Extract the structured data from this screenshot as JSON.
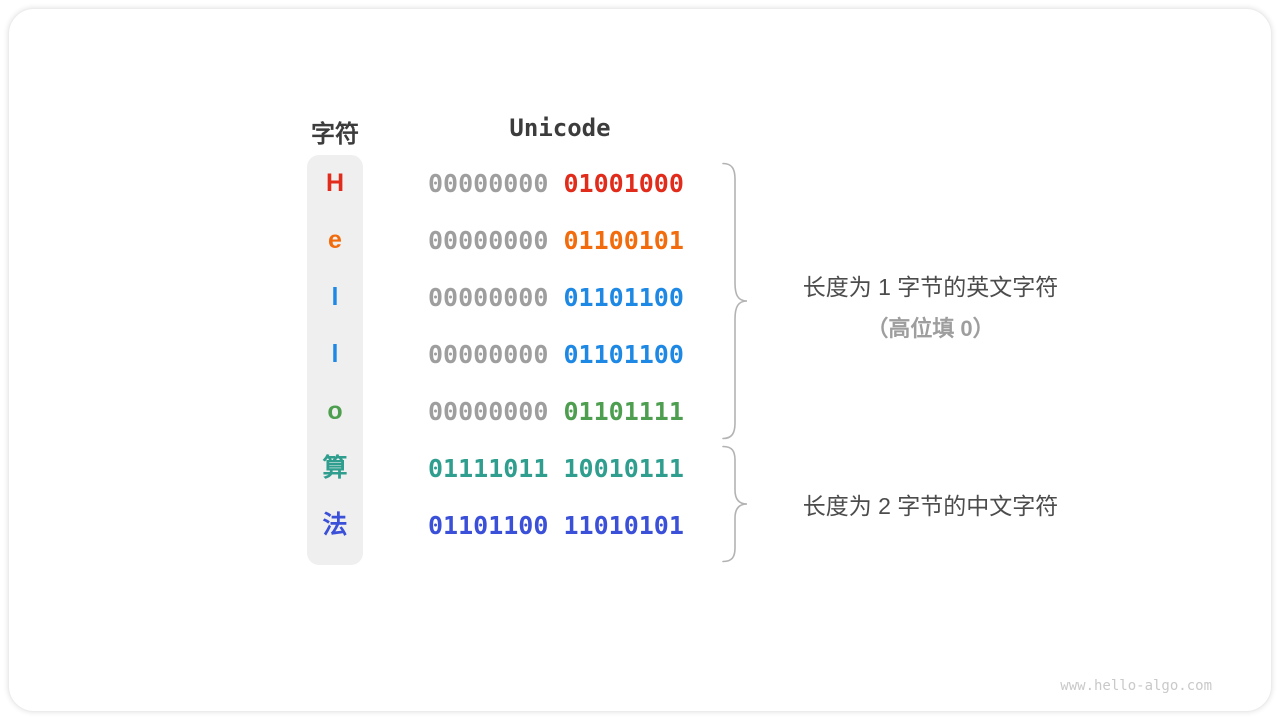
{
  "table": {
    "headers": {
      "char": "字符",
      "unicode": "Unicode"
    },
    "rows": [
      {
        "char": "H",
        "byte_high": "00000000",
        "byte_low": "01001000",
        "color": "#e12b1b",
        "byte_high_color": "#9e9e9e"
      },
      {
        "char": "e",
        "byte_high": "00000000",
        "byte_low": "01100101",
        "color": "#f26c0d",
        "byte_high_color": "#9e9e9e"
      },
      {
        "char": "l",
        "byte_high": "00000000",
        "byte_low": "01101100",
        "color": "#1e88e5",
        "byte_high_color": "#9e9e9e"
      },
      {
        "char": "l",
        "byte_high": "00000000",
        "byte_low": "01101100",
        "color": "#1e88e5",
        "byte_high_color": "#9e9e9e"
      },
      {
        "char": "o",
        "byte_high": "00000000",
        "byte_low": "01101111",
        "color": "#4e9e50",
        "byte_high_color": "#9e9e9e"
      },
      {
        "char": "算",
        "byte_high": "01111011",
        "byte_low": "10010111",
        "color": "#2f9e8e",
        "byte_high_color": "#2f9e8e"
      },
      {
        "char": "法",
        "byte_high": "01101100",
        "byte_low": "11010101",
        "color": "#3b50d8",
        "byte_high_color": "#3b50d8"
      }
    ]
  },
  "annotations": {
    "english": {
      "line1": "长度为 1 字节的英文字符",
      "line2": "（高位填 0）"
    },
    "chinese": {
      "line1": "长度为 2 字节的中文字符"
    }
  },
  "colors": {
    "header_text": "#3c3c3c",
    "gray_byte": "#9e9e9e",
    "char_column_bg": "#efefef",
    "brace_stroke": "#b3b3b3",
    "annotation_primary": "#4c4c4c",
    "annotation_secondary": "#9e9e9e",
    "watermark": "#c9c9c9"
  },
  "watermark": "www.hello-algo.com"
}
